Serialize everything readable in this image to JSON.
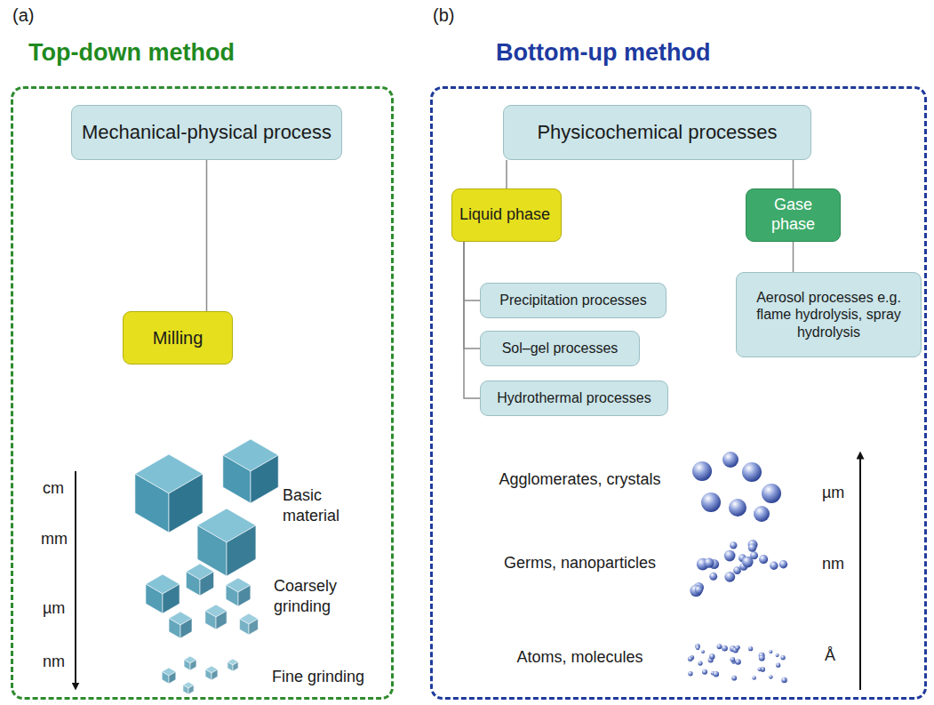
{
  "diagram": {
    "nodes": [
      {
        "text": [
          "Top-down method"
        ]
      },
      {
        "text": [
          "Mechanical-physical process"
        ],
        "in": 0
      },
      {
        "text": [
          "Milling"
        ],
        "in": 0
      },
      {
        "text": [
          "Bottom-up method"
        ]
      },
      {
        "text": [
          "Physicochemical processes"
        ],
        "in": 3
      },
      {
        "text": [
          "Liquid phase"
        ],
        "in": 3
      },
      {
        "text": [
          "Gase phase"
        ],
        "in": 3
      },
      {
        "text": [
          "Precipitation processes"
        ],
        "in": 3
      },
      {
        "text": [
          "Sol–gel processes"
        ],
        "in": 3
      },
      {
        "text": [
          "Hydrothermal processes"
        ],
        "in": 3
      },
      {
        "text": [
          "Aerosol processes e.g. flame hydrolysis, spray hydrolysis"
        ],
        "in": 3
      }
    ],
    "edges": [
      {
        "from": 1,
        "to": 2,
        "arrow": "none"
      },
      {
        "from": 4,
        "to": 5,
        "arrow": "none"
      },
      {
        "from": 4,
        "to": 6,
        "arrow": "none"
      },
      {
        "from": 5,
        "to": 7,
        "arrow": "none"
      },
      {
        "from": 5,
        "to": 8,
        "arrow": "none"
      },
      {
        "from": 5,
        "to": 9,
        "arrow": "none"
      },
      {
        "from": 6,
        "to": 10,
        "arrow": "none"
      }
    ],
    "labels": [
      "(a)",
      "cm",
      "mm",
      "µm",
      "nm",
      "Basic material",
      "Coarsely grinding",
      "Fine grinding",
      "(b)",
      "Agglomerates, crystals",
      "µm",
      "Germs, nanoparticles",
      "nm",
      "Atoms, molecules",
      "Å"
    ]
  }
}
